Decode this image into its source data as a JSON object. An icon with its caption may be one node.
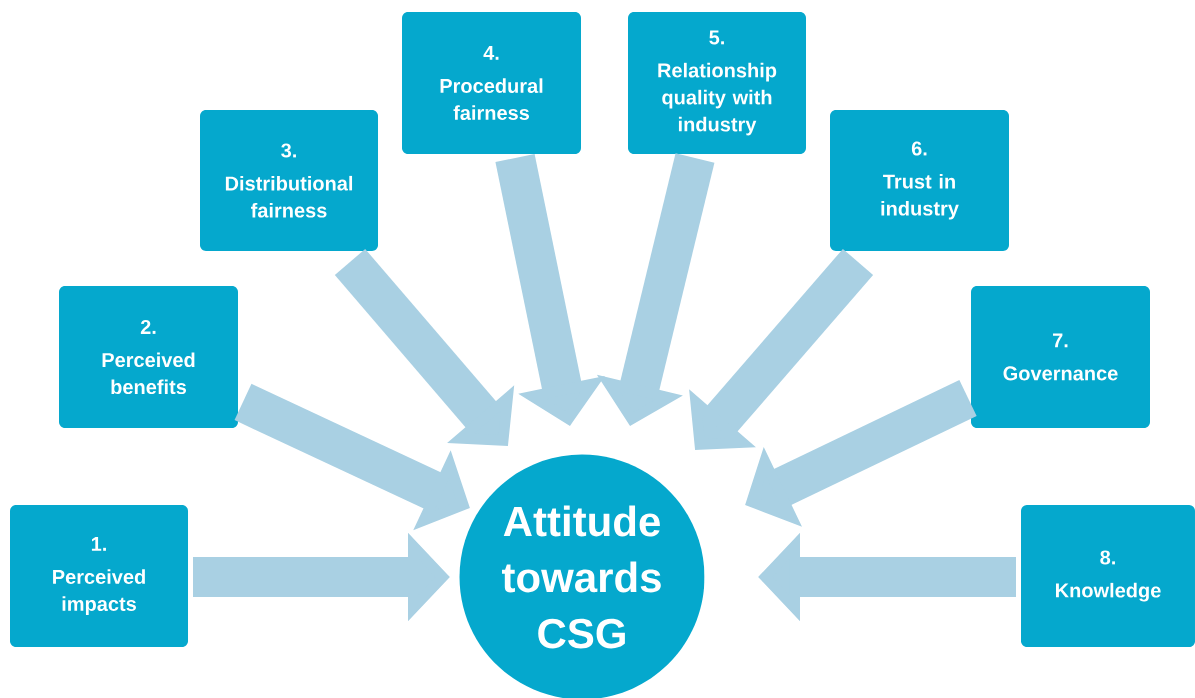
{
  "diagram": {
    "nodes": [
      {
        "text": [
          "1.",
          "Perceived impacts"
        ]
      },
      {
        "text": [
          "2.",
          "Perceived benefits"
        ]
      },
      {
        "text": [
          "3.",
          "Distributional fairness"
        ]
      },
      {
        "text": [
          "4.",
          "Procedural fairness"
        ]
      },
      {
        "text": [
          "5.",
          "Relationship quality with industry"
        ]
      },
      {
        "text": [
          "6.",
          "Trust in industry"
        ]
      },
      {
        "text": [
          "7.",
          "Governance"
        ]
      },
      {
        "text": [
          "8.",
          "Knowledge"
        ]
      },
      {
        "text": [
          "Attitude towards CSG"
        ]
      }
    ],
    "edges": [
      {
        "from": 0,
        "to": 8,
        "arrow": "to"
      },
      {
        "from": 1,
        "to": 8,
        "arrow": "to"
      },
      {
        "from": 2,
        "to": 8,
        "arrow": "to"
      },
      {
        "from": 3,
        "to": 8,
        "arrow": "to"
      },
      {
        "from": 4,
        "to": 8,
        "arrow": "to"
      },
      {
        "from": 5,
        "to": 8,
        "arrow": "to"
      },
      {
        "from": 6,
        "to": 8,
        "arrow": "to"
      },
      {
        "from": 7,
        "to": 8,
        "arrow": "to"
      }
    ]
  }
}
